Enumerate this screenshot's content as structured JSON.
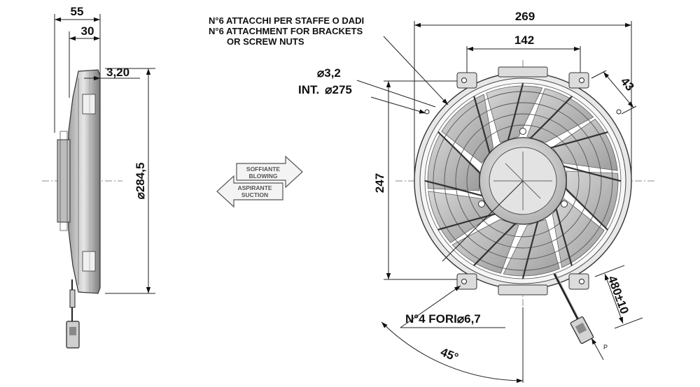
{
  "side_view": {
    "dim_total_depth": "55",
    "dim_depth": "30",
    "dim_flange": "3,20",
    "dim_diameter": "284,5"
  },
  "airflow": {
    "blowing_it": "SOFFIANTE",
    "blowing_en": "BLOWING",
    "suction_it": "ASPIRANTE",
    "suction_en": "SUCTION"
  },
  "front_view": {
    "dim_width": "269",
    "dim_bracket_span": "142",
    "dim_bracket_width": "43",
    "dim_height": "247",
    "dim_hole": "3,2",
    "dim_internal": "INT.",
    "dim_internal_value": "275",
    "dim_cable": "480",
    "dim_cable_tol": "10",
    "dim_angle": "45°",
    "connector_label": "P"
  },
  "notes": {
    "attachments_it": "N°6 ATTACCHI PER STAFFE O DADI",
    "attachments_en": "N°6 ATTACHMENT FOR BRACKETS",
    "attachments_en2": "OR SCREW NUTS",
    "holes": "N°4 FORI",
    "holes_value": "6,7"
  }
}
